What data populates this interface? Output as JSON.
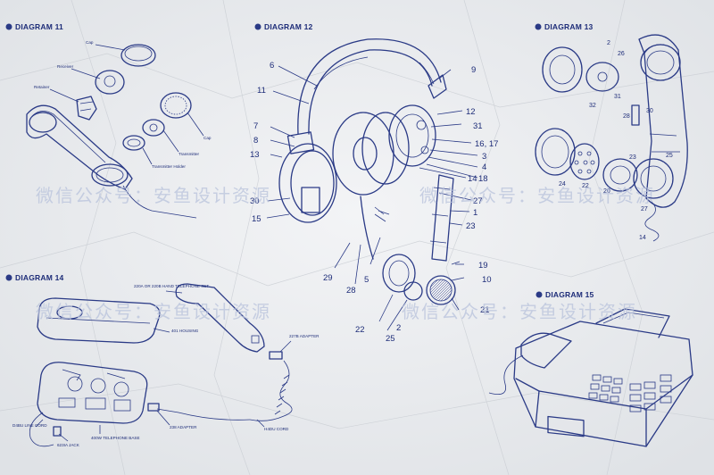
{
  "diagrams": [
    {
      "title": "DIAGRAM 11",
      "labels": [
        "Cap",
        "Receiver",
        "Retainer",
        "Cap",
        "Transmitter",
        "Transmitter Holder"
      ]
    },
    {
      "title": "DIAGRAM 12",
      "labels": [
        "6",
        "9",
        "11",
        "12",
        "31",
        "7",
        "8",
        "16, 17",
        "13",
        "3",
        "4",
        "18",
        "14",
        "27",
        "30",
        "1",
        "15",
        "23",
        "19",
        "10",
        "29",
        "28",
        "5",
        "22",
        "21",
        "2",
        "25"
      ]
    },
    {
      "title": "DIAGRAM 13",
      "labels": [
        "2",
        "26",
        "32",
        "31",
        "28",
        "24",
        "30",
        "20",
        "22",
        "23",
        "25",
        "27",
        "14"
      ]
    },
    {
      "title": "DIAGRAM 14",
      "labels": [
        "220A OR 220B HAND TELEPHONE SET",
        "401 HOUSING",
        "227B ADAPTER",
        "D4BU LINE CORD",
        "623IA JACK",
        "238 ADAPTER",
        "400W TELEPHONE BASE",
        "H4DU CORD"
      ]
    },
    {
      "title": "DIAGRAM 15",
      "labels": []
    }
  ],
  "watermark": "微信公众号：安鱼设计资源"
}
